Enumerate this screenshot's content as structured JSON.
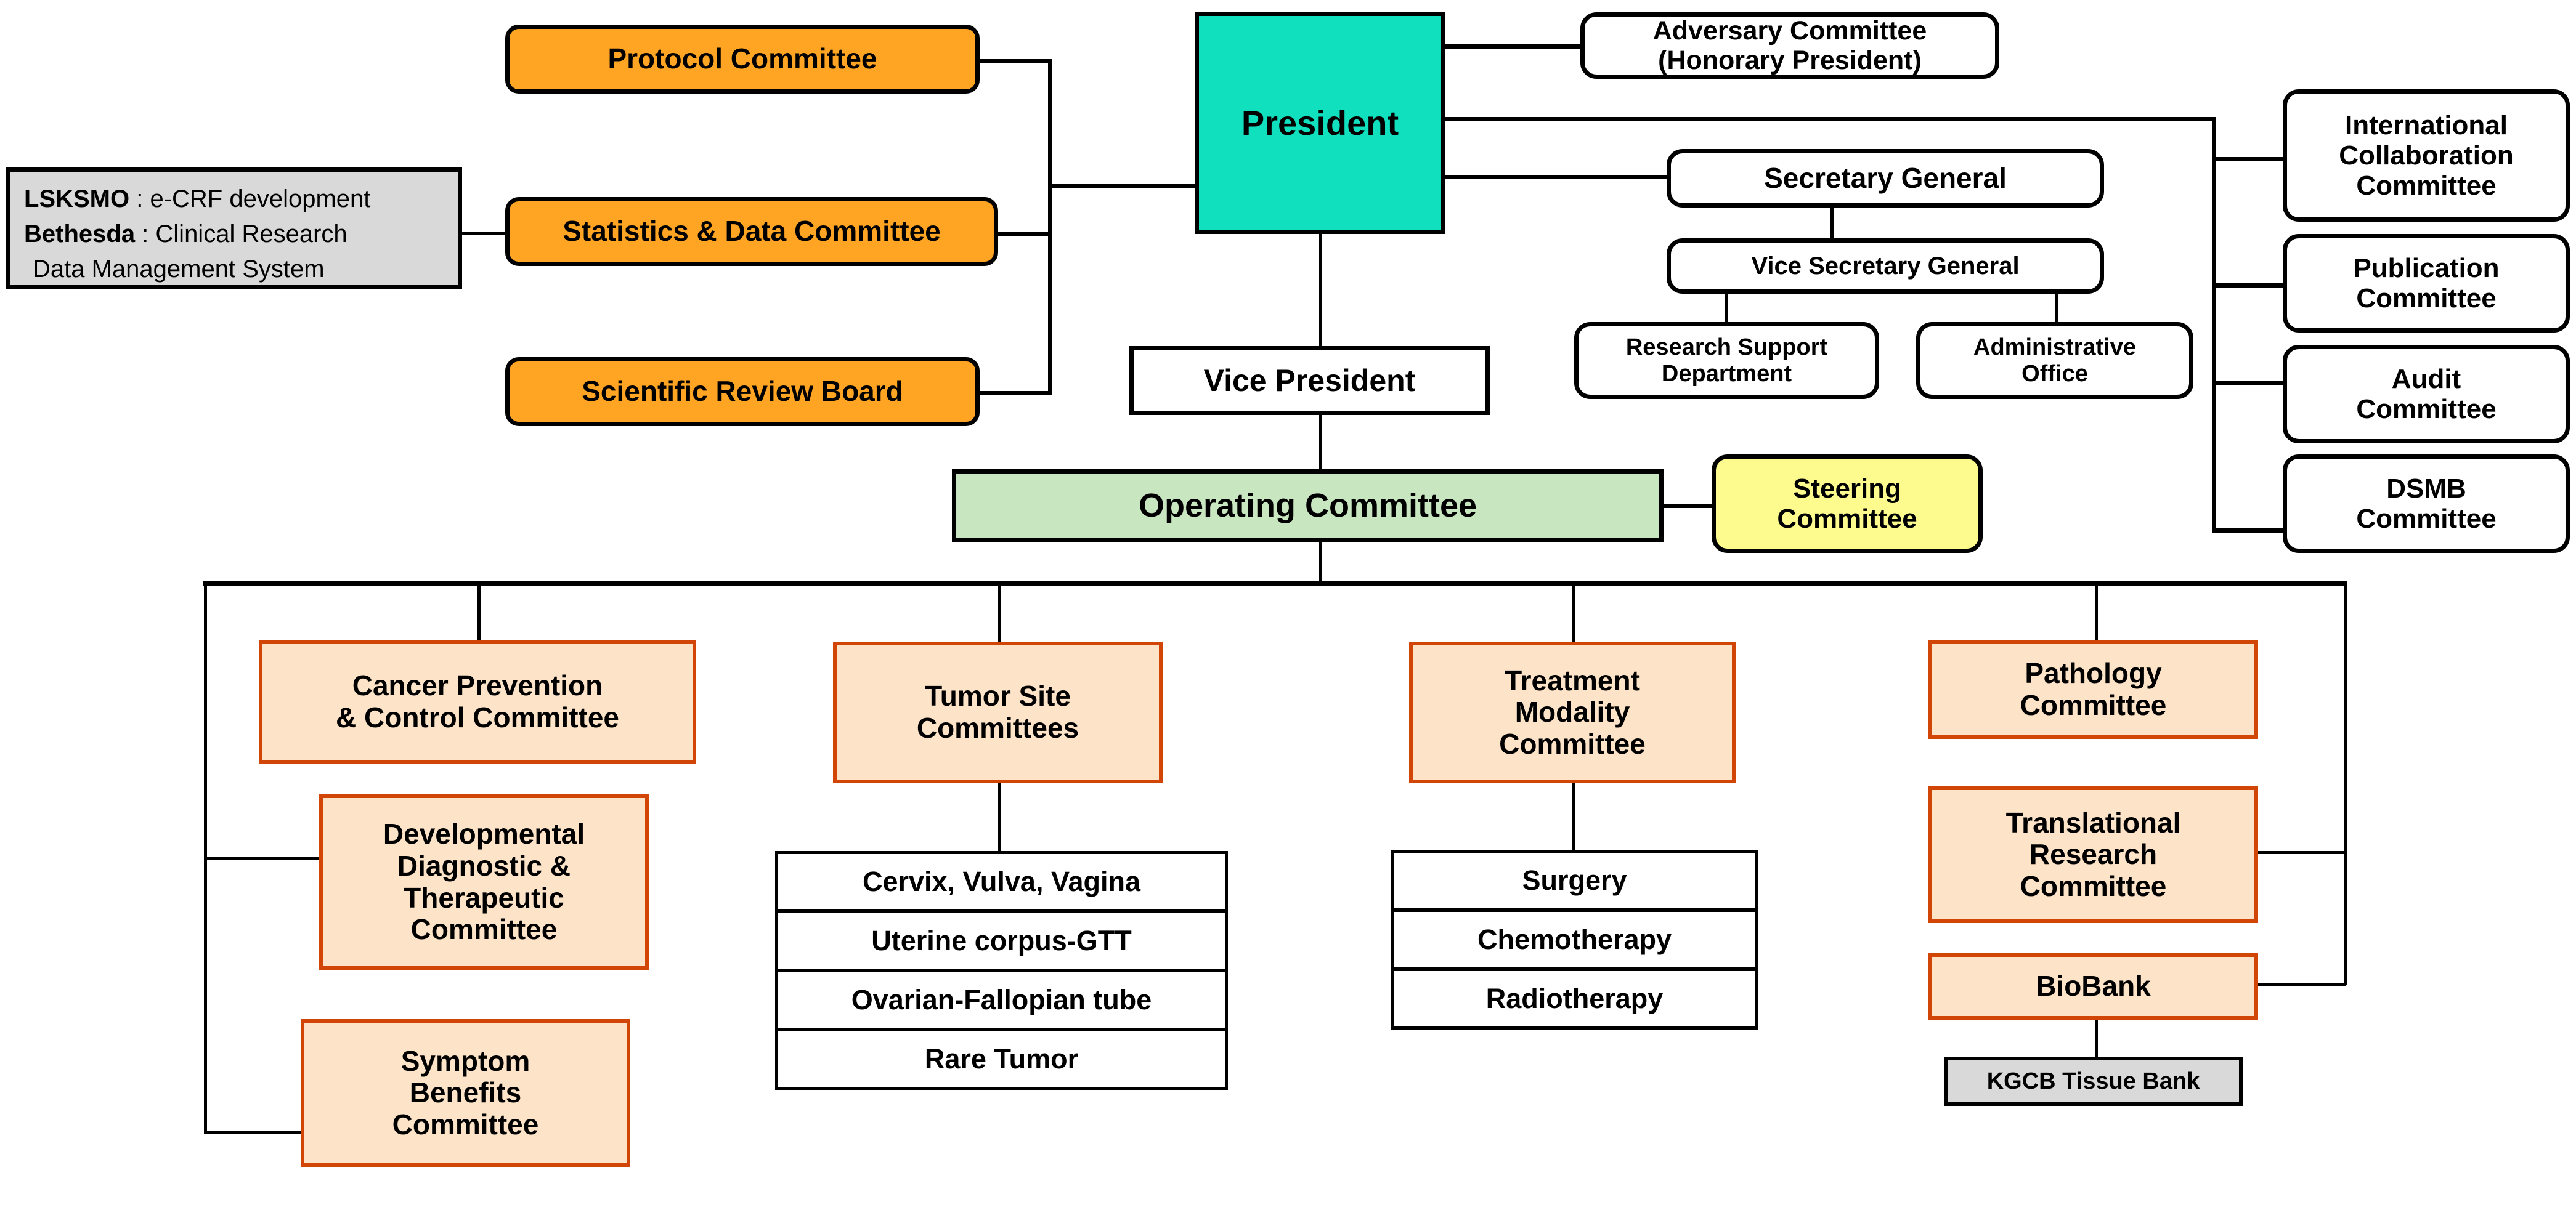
{
  "diagram": {
    "title": "Organizational chart",
    "colors": {
      "orange_fill": "#FFA523",
      "teal_fill": "#10E0BE",
      "green_fill": "#C8E6C0",
      "yellow_fill": "#FDFB8E",
      "peach_fill": "#FDE4C8",
      "peach_border": "#D14507",
      "grey_fill": "#D9D9D9",
      "line": "#000000"
    }
  },
  "legend": {
    "name": "abbreviation-legend",
    "lines": [
      {
        "key": "LSKSMO",
        "sep": " : ",
        "rest": "e-CRF development"
      },
      {
        "key": "Bethesda",
        "sep": " : ",
        "rest": "Clinical Research"
      },
      {
        "key": "",
        "sep": " ",
        "rest": "Data Management System"
      }
    ],
    "line1_key": "LSKSMO",
    "line1_rest": " : e-CRF development",
    "line2_key": "Bethesda",
    "line2_rest": " : Clinical Research",
    "line3_rest": "Data Management System"
  },
  "left_committees": [
    {
      "id": "protocol-committee",
      "label": "Protocol Committee"
    },
    {
      "id": "statistics-data-committee",
      "label": "Statistics & Data Committee"
    },
    {
      "id": "scientific-review-board",
      "label": "Scientific Review Board"
    }
  ],
  "executive": {
    "president": "President",
    "vice_president": "Vice President",
    "adversary_committee_line1": "Adversary Committee",
    "adversary_committee_line2": "(Honorary President)",
    "secretary_general": "Secretary General",
    "vice_secretary_general": "Vice Secretary General",
    "research_support_line1": "Research Support",
    "research_support_line2": "Department",
    "administrative_line1": "Administrative",
    "administrative_line2": "Office"
  },
  "right_committees": [
    {
      "id": "international-collaboration-committee",
      "line1": "International",
      "line2": "Collaboration",
      "line3": "Committee"
    },
    {
      "id": "publication-committee",
      "line1": "Publication",
      "line2": "Committee",
      "line3": ""
    },
    {
      "id": "audit-committee",
      "line1": "Audit",
      "line2": "Committee",
      "line3": ""
    },
    {
      "id": "dsmb-committee",
      "line1": "DSMB",
      "line2": "Committee",
      "line3": ""
    }
  ],
  "operating": {
    "operating_committee": "Operating Committee",
    "steering_line1": "Steering",
    "steering_line2": "Committee"
  },
  "branches": {
    "cancer_prevention_line1": "Cancer Prevention",
    "cancer_prevention_line2": "& Control Committee",
    "developmental_line1": "Developmental",
    "developmental_line2": "Diagnostic &",
    "developmental_line3": "Therapeutic",
    "developmental_line4": "Committee",
    "symptom_line1": "Symptom",
    "symptom_line2": "Benefits",
    "symptom_line3": "Committee",
    "tumor_site_line1": "Tumor Site",
    "tumor_site_line2": "Committees",
    "treatment_line1": "Treatment",
    "treatment_line2": "Modality",
    "treatment_line3": "Committee",
    "pathology_line1": "Pathology",
    "pathology_line2": "Committee",
    "translational_line1": "Translational",
    "translational_line2": "Research",
    "translational_line3": "Committee",
    "biobank": "BioBank",
    "kgcb_tissue_bank": "KGCB Tissue Bank"
  },
  "tumor_site_list": [
    "Cervix,  Vulva, Vagina",
    "Uterine corpus-GTT",
    "Ovarian-Fallopian tube",
    "Rare Tumor"
  ],
  "treatment_modality_list": [
    "Surgery",
    "Chemotherapy",
    "Radiotherapy"
  ]
}
